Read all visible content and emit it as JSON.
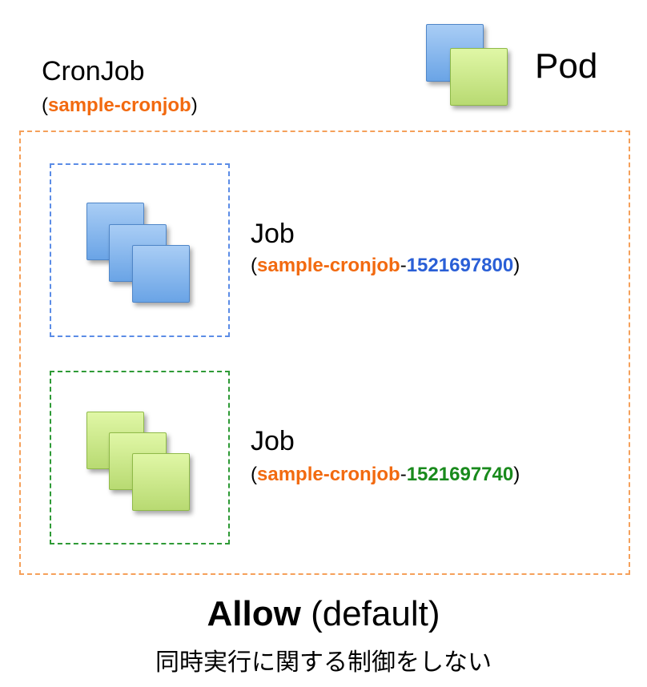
{
  "legend": {
    "label": "Pod",
    "colors": {
      "blue": "#6aa4e6",
      "green": "#b8da72"
    }
  },
  "cronjob": {
    "title": "CronJob",
    "open": "(",
    "name": "sample-cronjob",
    "close": ")",
    "border_color": "#f5a05a"
  },
  "jobs": [
    {
      "title": "Job",
      "open": "(",
      "prefix": "sample-cronjob",
      "sep": "-",
      "suffix": "1521697800",
      "close": ")",
      "color": "#2a5fd6"
    },
    {
      "title": "Job",
      "open": "(",
      "prefix": "sample-cronjob",
      "sep": "-",
      "suffix": "1521697740",
      "close": ")",
      "color": "#198a1c"
    }
  ],
  "footer": {
    "policy": "Allow",
    "note": "(default)",
    "description": "同時実行に関する制御をしない"
  }
}
